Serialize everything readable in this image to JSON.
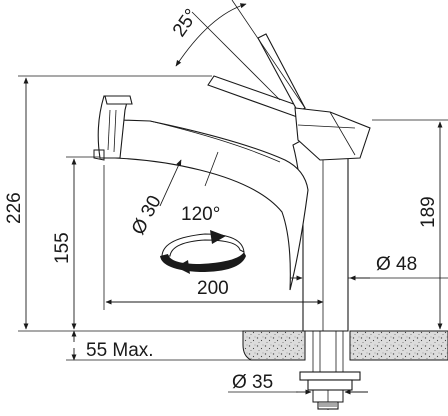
{
  "dimensions": {
    "lever_angle": "25°",
    "total_height": "226",
    "spout_height": "155",
    "body_height": "189",
    "spout_diameter": "Ø 30",
    "rotation": "120°",
    "body_diameter": "Ø 48",
    "reach": "200",
    "counter_thickness": "55 Max.",
    "hole_diameter": "Ø 35"
  },
  "colors": {
    "line": "#1a1a1a",
    "stone": "#d9d9d9",
    "background": "#ffffff"
  }
}
